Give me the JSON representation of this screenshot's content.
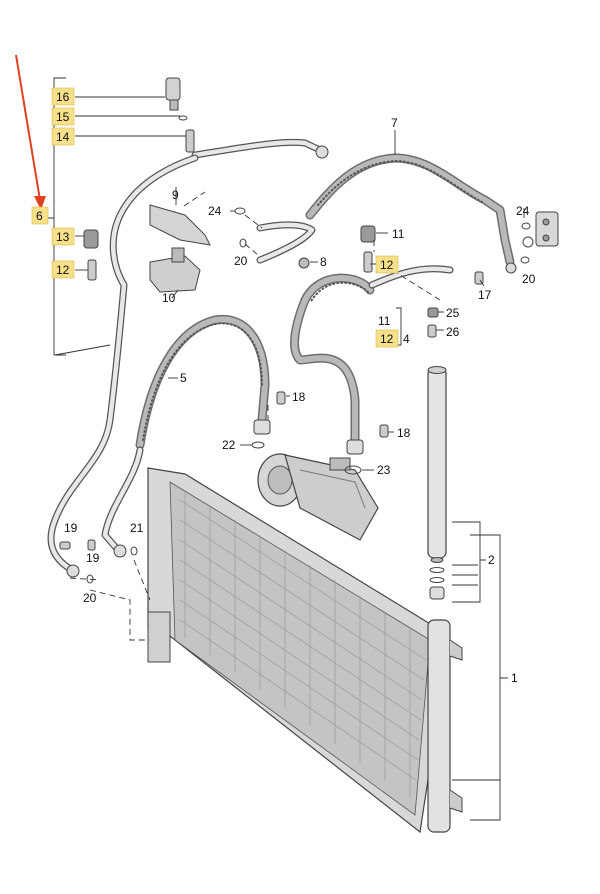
{
  "labels": {
    "l1": "1",
    "l2": "2",
    "l4": "4",
    "l5": "5",
    "l6": "6",
    "l7": "7",
    "l8": "8",
    "l9": "9",
    "l10": "10",
    "l11a": "11",
    "l11b": "11",
    "l12a": "12",
    "l12b": "12",
    "l12c": "12",
    "l13": "13",
    "l14": "14",
    "l15": "15",
    "l16": "16",
    "l17": "17",
    "l18a": "18",
    "l18b": "18",
    "l19a": "19",
    "l19b": "19",
    "l20a": "20",
    "l20b": "20",
    "l20c": "20",
    "l21": "21",
    "l22": "22",
    "l23": "23",
    "l24a": "24",
    "l24b": "24",
    "l25": "25",
    "l26": "26"
  },
  "colors": {
    "highlight": "#f7e08a",
    "arrow": "#e0401f",
    "line": "#333333"
  }
}
